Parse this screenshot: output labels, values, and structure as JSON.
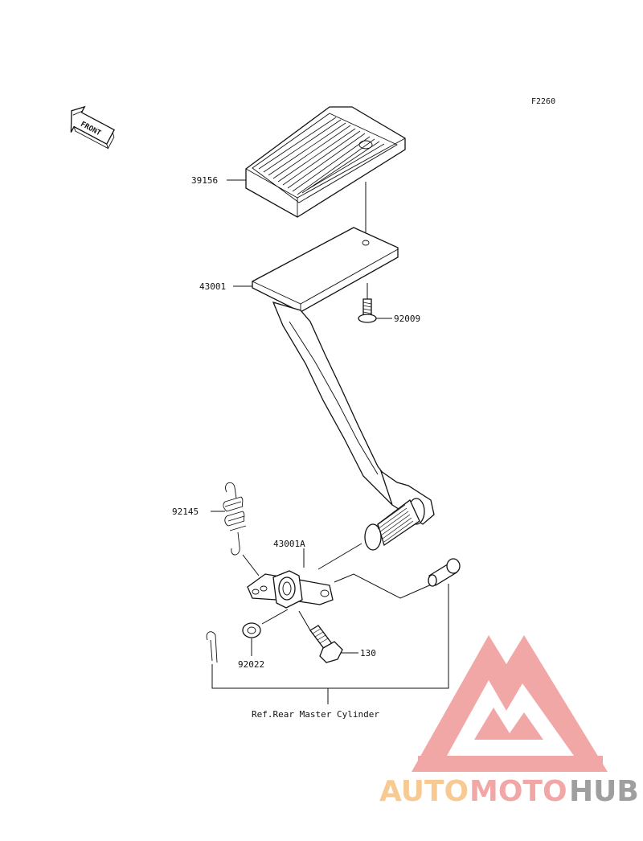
{
  "diagram": {
    "code": "F2260",
    "front_label": "FRONT",
    "parts": [
      {
        "id": "39156"
      },
      {
        "id": "43001"
      },
      {
        "id": "92009"
      },
      {
        "id": "92145"
      },
      {
        "id": "43001A"
      },
      {
        "id": "92022"
      },
      {
        "id": "130"
      }
    ],
    "reference": "Ref.Rear Master Cylinder"
  },
  "watermark": {
    "brand_part1": "AUTO",
    "brand_part2": "MOTO",
    "brand_part3": "HUB",
    "color_light": "#f7c88f",
    "color_mid": "#f2a3a3",
    "color_dark": "#9a9a9a"
  }
}
